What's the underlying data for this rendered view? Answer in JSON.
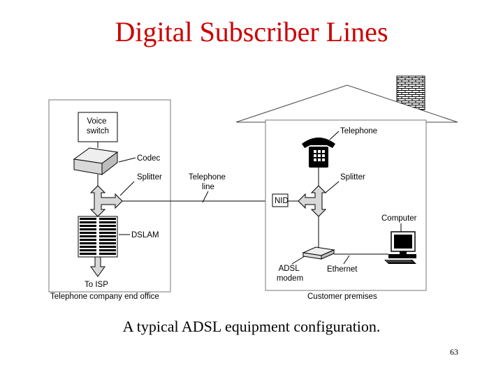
{
  "title": "Digital Subscriber Lines",
  "caption": "A typical ADSL equipment configuration.",
  "page_number": "63",
  "diagram": {
    "office": {
      "voice_switch": [
        "Voice",
        "switch"
      ],
      "codec": "Codec",
      "splitter": "Splitter",
      "dslam": "DSLAM",
      "to_isp": "To ISP",
      "box_label": "Telephone company end office"
    },
    "line": [
      "Telephone",
      "line"
    ],
    "home": {
      "telephone": "Telephone",
      "splitter": "Splitter",
      "nid": "NID",
      "computer": "Computer",
      "adsl_modem": [
        "ADSL",
        "modem"
      ],
      "ethernet": "Ethernet",
      "box_label": "Customer premises"
    }
  },
  "colors": {
    "title": "#cc0000",
    "shape_fill": "#d9d9d9",
    "stroke": "#000000"
  }
}
